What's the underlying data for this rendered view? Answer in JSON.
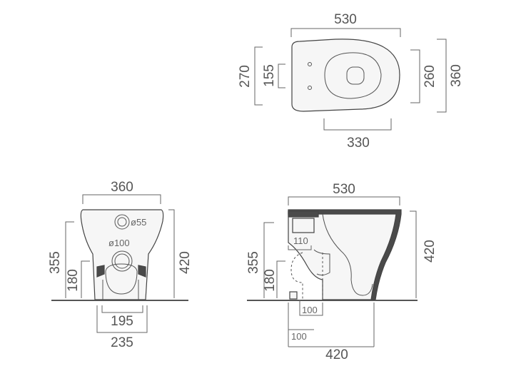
{
  "top_view": {
    "width": "530",
    "depth": "360",
    "seat_depth": "260",
    "side_depth": "270",
    "hole_spacing": "155",
    "bottom_width": "330"
  },
  "front_view": {
    "width": "360",
    "height": "420",
    "inlet_height": "355",
    "outlet_height": "180",
    "inlet_diameter": "ø55",
    "outlet_diameter": "ø100",
    "fixing_inner": "195",
    "fixing_outer": "235"
  },
  "side_view": {
    "width": "530",
    "height": "420",
    "inlet_height": "355",
    "outlet_height": "180",
    "inlet_offset": "110",
    "outlet_offset_a": "100",
    "outlet_offset_b": "100",
    "base_depth": "420"
  }
}
